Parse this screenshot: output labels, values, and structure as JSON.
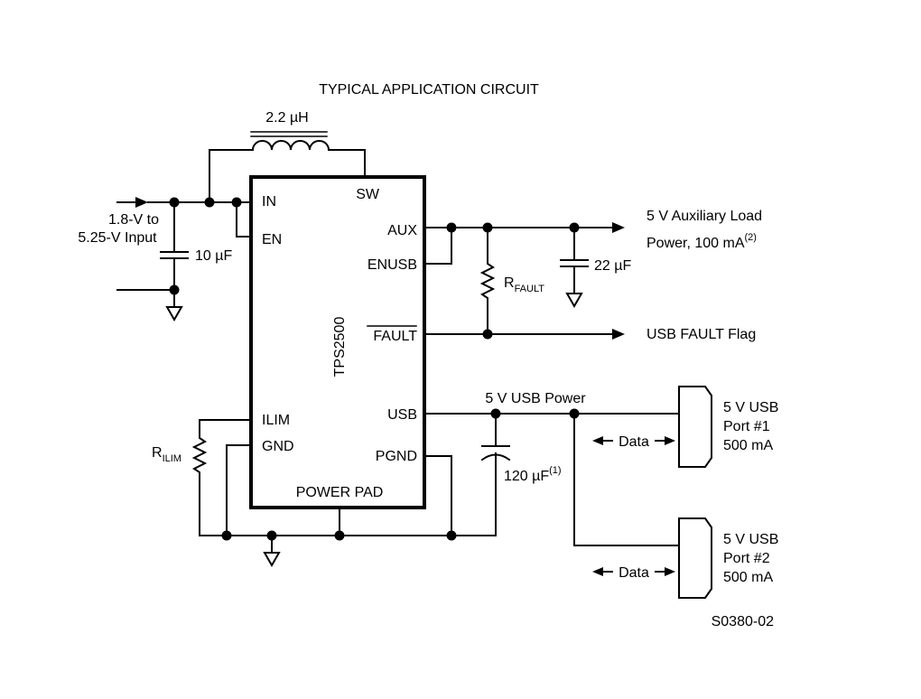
{
  "title": "TYPICAL APPLICATION CIRCUIT",
  "inductor": {
    "value": "2.2 µH"
  },
  "ic": {
    "name": "TPS2500",
    "pins_left": {
      "in": "IN",
      "en": "EN",
      "ilim": "ILIM",
      "gnd": "GND"
    },
    "pins_right": {
      "sw": "SW",
      "aux": "AUX",
      "enusb": "ENUSB",
      "fault": "FAULT",
      "usb": "USB",
      "pgnd": "PGND"
    },
    "bottom": "POWER PAD"
  },
  "input": {
    "line1": "1.8-V to",
    "line2": "5.25-V Input"
  },
  "caps": {
    "c_in": "10 µF",
    "c_aux": "22 µF",
    "c_usb": "120 µF",
    "c_usb_note": "(1)"
  },
  "resistors": {
    "rfault_main": "R",
    "rfault_sub": "FAULT",
    "rilim_main": "R",
    "rilim_sub": "ILIM"
  },
  "outputs": {
    "aux_line1": "5 V Auxiliary Load",
    "aux_line2": "Power, 100 mA",
    "aux_note": "(2)",
    "fault_flag": "USB FAULT Flag",
    "usb_power": "5 V USB Power"
  },
  "ports": [
    {
      "line1": "5 V USB",
      "line2": "Port #1",
      "line3": "500 mA",
      "data": "Data"
    },
    {
      "line1": "5 V USB",
      "line2": "Port #2",
      "line3": "500 mA",
      "data": "Data"
    }
  ],
  "figure_id": "S0380-02"
}
